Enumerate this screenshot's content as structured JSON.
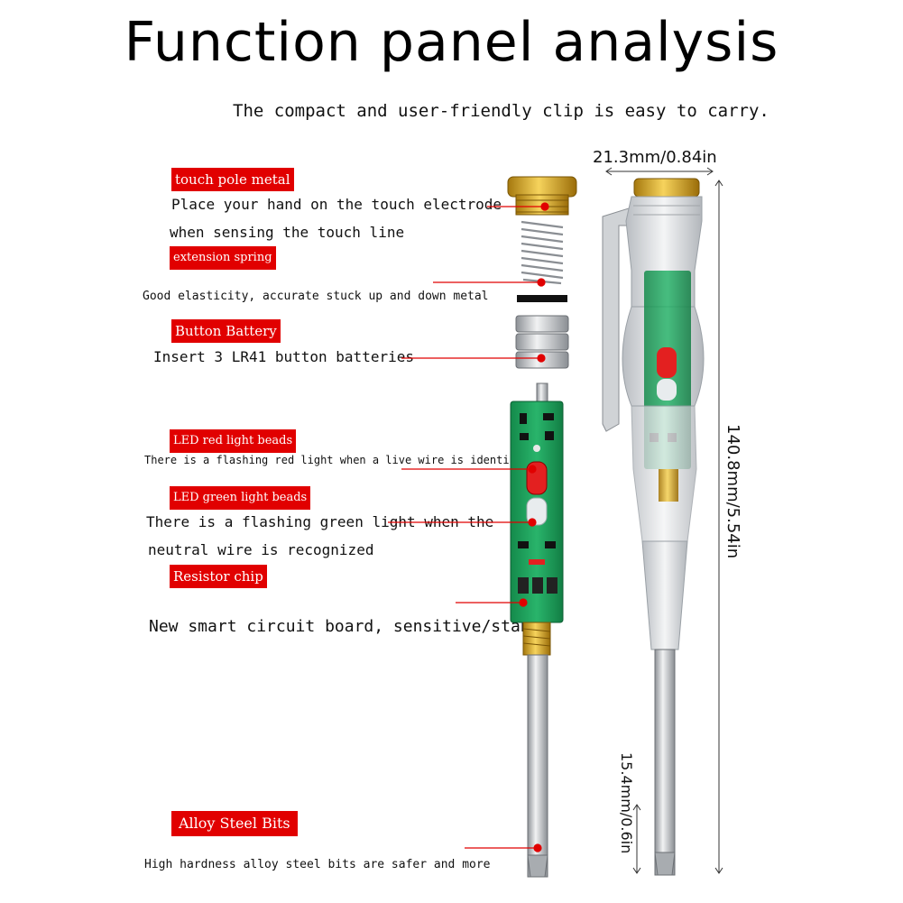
{
  "title": "Function panel analysis",
  "subtitle": "The compact and user-friendly clip is easy to carry.",
  "dimensions": {
    "width": "21.3mm/0.84in",
    "length": "140.8mm/5.54in",
    "tip": "15.4mm/0.6in"
  },
  "components": [
    {
      "tag": "touch pole metal",
      "desc_lines": [
        "Place your hand on the touch electrode",
        "when sensing the touch line"
      ]
    },
    {
      "tag": "extension spring",
      "desc_lines": [
        "Good elasticity, accurate stuck up and down metal"
      ]
    },
    {
      "tag": "Button Battery",
      "desc_lines": [
        "Insert 3 LR41 button batteries"
      ]
    },
    {
      "tag": "LED red light beads",
      "desc_lines": [
        "There is a flashing red light when a live wire is identified"
      ]
    },
    {
      "tag": "LED green light beads",
      "desc_lines": [
        "There is a flashing green light when the",
        "neutral wire is recognized"
      ]
    },
    {
      "tag": "Resistor chip",
      "desc_lines": [
        "New smart circuit board, sensitive/stable"
      ]
    },
    {
      "tag": "Alloy Steel Bits",
      "desc_lines": [
        "High hardness alloy steel bits are safer and more"
      ]
    }
  ],
  "colors": {
    "tag_bg": "#e10000",
    "pcb": "#1e9e5a",
    "gold": "#d4a017",
    "metal": "#b8bcc0"
  }
}
